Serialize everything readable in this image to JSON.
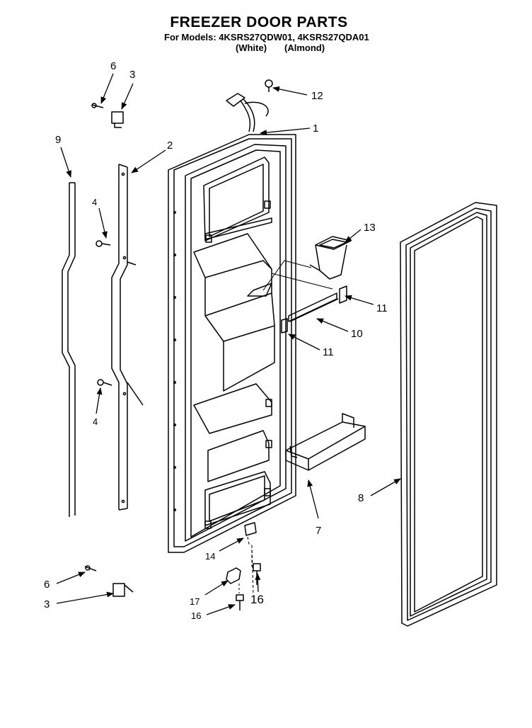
{
  "header": {
    "title": "FREEZER DOOR PARTS",
    "models_line": "For Models: 4KSRS27QDW01, 4KSRS27QDA01",
    "color_white": "(White)",
    "color_almond": "(Almond)"
  },
  "callouts": {
    "c1": "1",
    "c2": "2",
    "c3a": "3",
    "c3b": "3",
    "c4a": "4",
    "c4b": "4",
    "c6a": "6",
    "c6b": "6",
    "c7": "7",
    "c8": "8",
    "c9": "9",
    "c10": "10",
    "c11a": "11",
    "c11b": "11",
    "c12": "12",
    "c13": "13",
    "c14": "14",
    "c16a": "16",
    "c16b": "16",
    "c17": "17"
  }
}
